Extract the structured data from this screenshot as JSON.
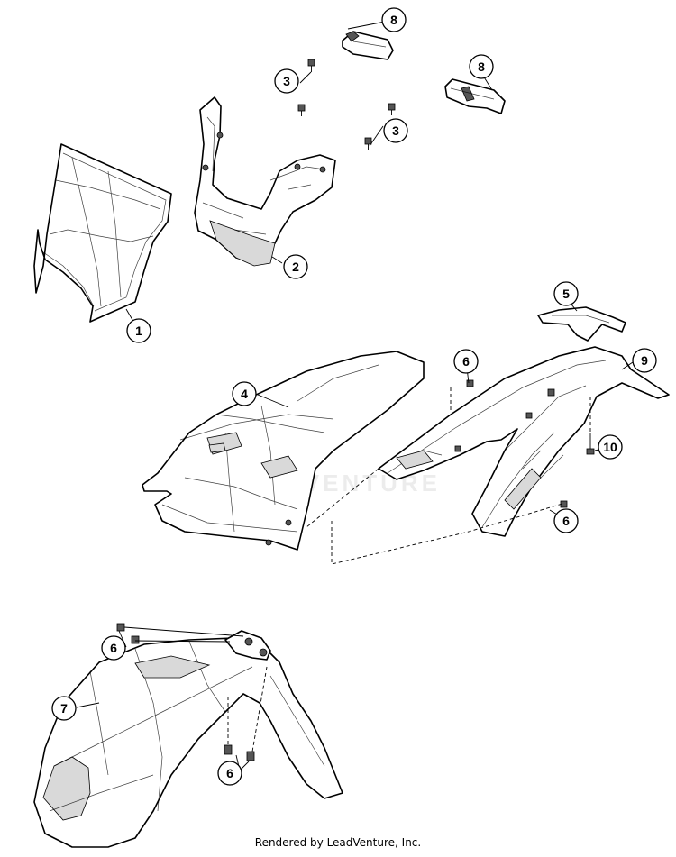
{
  "watermark": "LEADVENTURE",
  "footer": "Rendered by LeadVenture, Inc.",
  "callouts": [
    "1",
    "2",
    "3",
    "3",
    "4",
    "5",
    "6",
    "6",
    "6",
    "6",
    "7",
    "8",
    "8",
    "9",
    "10"
  ]
}
